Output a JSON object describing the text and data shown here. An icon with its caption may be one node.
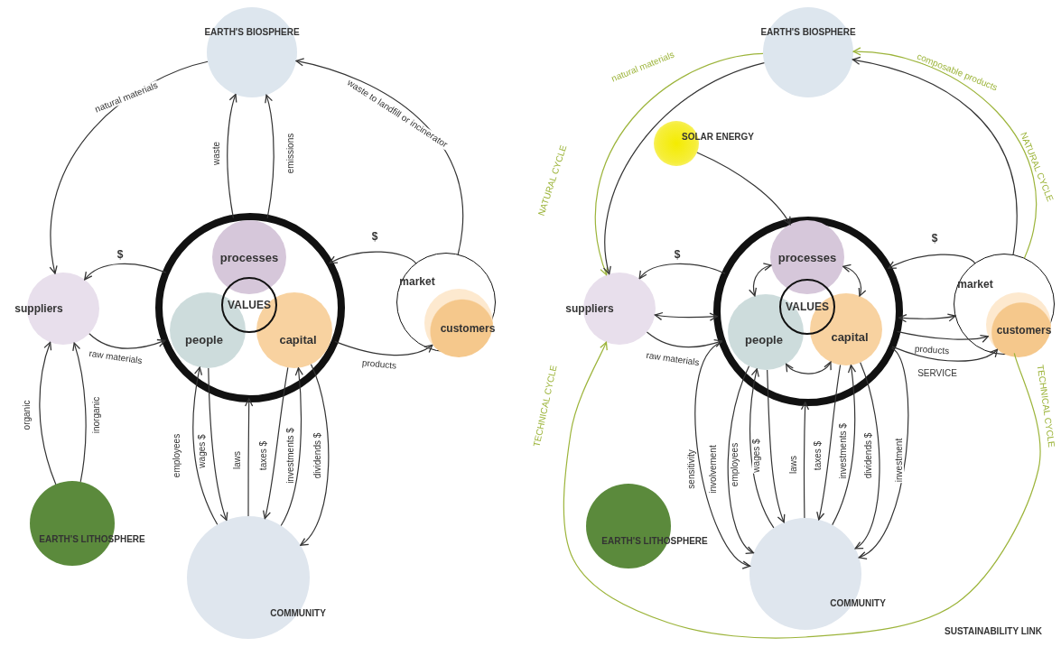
{
  "diagram": {
    "nodes": [
      {
        "text": [
          "EARTH'S BIOSPHERE"
        ]
      },
      {
        "text": [
          "suppliers"
        ]
      },
      {
        "text": [],
        "shape": "circle"
      },
      {
        "text": [
          "processes"
        ],
        "in": 2
      },
      {
        "text": [
          "VALUES"
        ],
        "in": 2
      },
      {
        "text": [
          "people"
        ],
        "in": 2
      },
      {
        "text": [
          "capital"
        ],
        "in": 2
      },
      {
        "text": [
          "market"
        ]
      },
      {
        "text": [
          "customers"
        ],
        "in": 7
      },
      {
        "text": [
          "EARTH'S LITHOSPHERE"
        ]
      },
      {
        "text": [
          "COMMUNITY"
        ]
      },
      {
        "text": [
          "EARTH'S BIOSPHERE"
        ]
      },
      {
        "text": [
          "SOLAR ENERGY"
        ]
      },
      {
        "text": [
          "suppliers"
        ]
      },
      {
        "text": [],
        "shape": "circle"
      },
      {
        "text": [
          "processes"
        ],
        "in": 14
      },
      {
        "text": [
          "VALUES"
        ],
        "in": 14
      },
      {
        "text": [
          "people"
        ],
        "in": 14
      },
      {
        "text": [
          "capital"
        ],
        "in": 14
      },
      {
        "text": [
          "market"
        ]
      },
      {
        "text": [
          "customers"
        ],
        "in": 19
      },
      {
        "text": [
          "EARTH'S LITHOSPHERE"
        ]
      },
      {
        "text": [
          "COMMUNITY"
        ]
      }
    ],
    "edges": [
      {
        "from": 0,
        "to": 1,
        "arrow": "to",
        "label": "natural materials"
      },
      {
        "from": 2,
        "to": 0,
        "arrow": "to",
        "label": "waste"
      },
      {
        "from": 2,
        "to": 0,
        "arrow": "to",
        "label": "emissions"
      },
      {
        "from": 7,
        "to": 0,
        "arrow": "to",
        "label": "waste to landfill or incinerator"
      },
      {
        "from": 2,
        "to": 1,
        "arrow": "to",
        "label": "$"
      },
      {
        "from": 1,
        "to": 2,
        "arrow": "to",
        "label": "raw materials"
      },
      {
        "from": 7,
        "to": 2,
        "arrow": "to",
        "label": "$"
      },
      {
        "from": 2,
        "to": 8,
        "arrow": "to",
        "label": "products"
      },
      {
        "from": 9,
        "to": 1,
        "arrow": "to",
        "label": "organic"
      },
      {
        "from": 9,
        "to": 1,
        "arrow": "to",
        "label": "inorganic"
      },
      {
        "from": 10,
        "to": 5,
        "arrow": "to",
        "label": "employees"
      },
      {
        "from": 5,
        "to": 10,
        "arrow": "to",
        "label": "wages $"
      },
      {
        "from": 10,
        "to": 2,
        "arrow": "to",
        "label": "laws"
      },
      {
        "from": 6,
        "to": 10,
        "arrow": "to",
        "label": "taxes $"
      },
      {
        "from": 10,
        "to": 6,
        "arrow": "to",
        "label": "investments $"
      },
      {
        "from": 6,
        "to": 10,
        "arrow": "to",
        "label": "dividends $"
      },
      {
        "from": 11,
        "to": 13,
        "arrow": "to",
        "label": "natural materials",
        "color": "#9cb43a"
      },
      {
        "from": 19,
        "to": 11,
        "arrow": "to",
        "label": "composable products",
        "color": "#9cb43a"
      },
      {
        "from": 19,
        "to": 13,
        "arrow": "to",
        "color": "#9cb43a"
      },
      {
        "from": 11,
        "to": 13,
        "arrow": "to"
      },
      {
        "from": 19,
        "to": 11,
        "arrow": "to"
      },
      {
        "from": 12,
        "to": 15,
        "arrow": "to"
      },
      {
        "from": 14,
        "to": 13,
        "arrow": "to",
        "label": "$"
      },
      {
        "from": 13,
        "to": 14,
        "arrow": "both"
      },
      {
        "from": 13,
        "to": 14,
        "arrow": "to",
        "label": "raw materials"
      },
      {
        "from": 15,
        "to": 17,
        "arrow": "both"
      },
      {
        "from": 15,
        "to": 18,
        "arrow": "both"
      },
      {
        "from": 17,
        "to": 18,
        "arrow": "both"
      },
      {
        "from": 19,
        "to": 14,
        "arrow": "to",
        "label": "$"
      },
      {
        "from": 14,
        "to": 19,
        "arrow": "both"
      },
      {
        "from": 14,
        "to": 20,
        "arrow": "to",
        "label": "products"
      },
      {
        "from": 14,
        "to": 20,
        "arrow": "to",
        "label": "SERVICE"
      },
      {
        "from": 14,
        "to": 22,
        "arrow": "to",
        "label": "sensitivity"
      },
      {
        "from": 17,
        "to": 22,
        "arrow": "to",
        "label": "involvement"
      },
      {
        "from": 22,
        "to": 17,
        "arrow": "to",
        "label": "employees"
      },
      {
        "from": 17,
        "to": 22,
        "arrow": "to",
        "label": "wages $"
      },
      {
        "from": 22,
        "to": 14,
        "arrow": "to",
        "label": "laws"
      },
      {
        "from": 18,
        "to": 22,
        "arrow": "to",
        "label": "taxes $"
      },
      {
        "from": 22,
        "to": 18,
        "arrow": "to",
        "label": "investments $"
      },
      {
        "from": 18,
        "to": 22,
        "arrow": "to",
        "label": "dividends $"
      },
      {
        "from": 14,
        "to": 22,
        "arrow": "to",
        "label": "investment"
      }
    ],
    "labels": [
      "NATURAL CYCLE",
      "NATURAL CYCLE",
      "TECHNICAL CYCLE",
      "TECHNICAL CYCLE",
      "SUSTAINABILITY LINK"
    ]
  }
}
